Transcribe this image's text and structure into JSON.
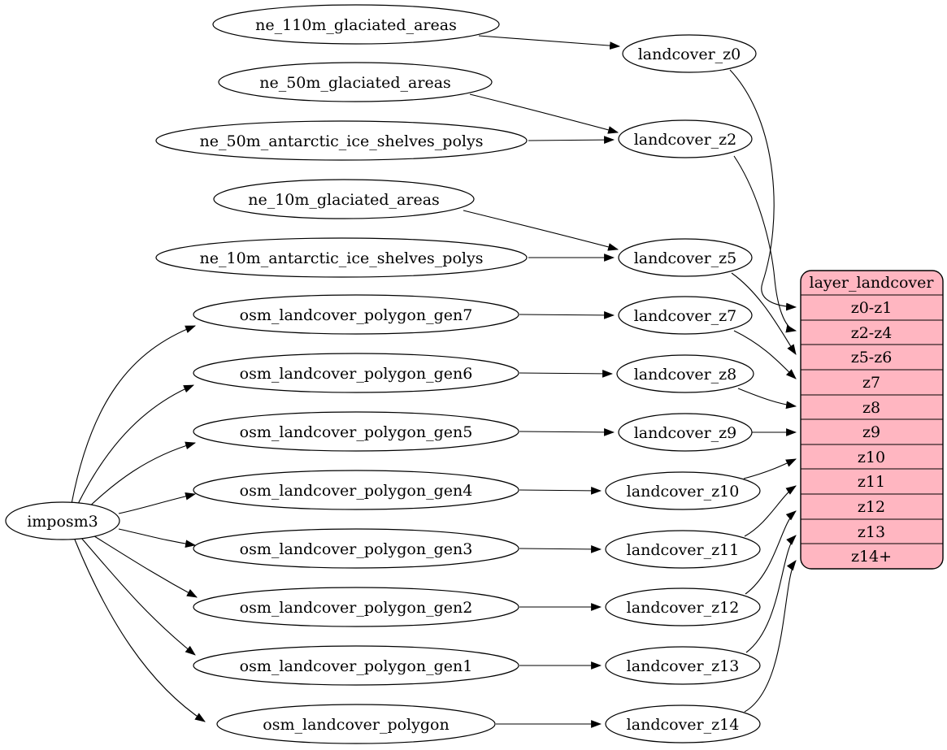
{
  "diagram": {
    "root": {
      "label": "imposm3"
    },
    "sources": [
      {
        "label": "ne_110m_glaciated_areas"
      },
      {
        "label": "ne_50m_glaciated_areas"
      },
      {
        "label": "ne_50m_antarctic_ice_shelves_polys"
      },
      {
        "label": "ne_10m_glaciated_areas"
      },
      {
        "label": "ne_10m_antarctic_ice_shelves_polys"
      },
      {
        "label": "osm_landcover_polygon_gen7"
      },
      {
        "label": "osm_landcover_polygon_gen6"
      },
      {
        "label": "osm_landcover_polygon_gen5"
      },
      {
        "label": "osm_landcover_polygon_gen4"
      },
      {
        "label": "osm_landcover_polygon_gen3"
      },
      {
        "label": "osm_landcover_polygon_gen2"
      },
      {
        "label": "osm_landcover_polygon_gen1"
      },
      {
        "label": "osm_landcover_polygon"
      }
    ],
    "stages": [
      {
        "label": "landcover_z0"
      },
      {
        "label": "landcover_z2"
      },
      {
        "label": "landcover_z5"
      },
      {
        "label": "landcover_z7"
      },
      {
        "label": "landcover_z8"
      },
      {
        "label": "landcover_z9"
      },
      {
        "label": "landcover_z10"
      },
      {
        "label": "landcover_z11"
      },
      {
        "label": "landcover_z12"
      },
      {
        "label": "landcover_z13"
      },
      {
        "label": "landcover_z14"
      }
    ],
    "table": {
      "title": "layer_landcover",
      "rows": [
        "z0-z1",
        "z2-z4",
        "z5-z6",
        "z7",
        "z8",
        "z9",
        "z10",
        "z11",
        "z12",
        "z13",
        "z14+"
      ]
    },
    "colors": {
      "table_fill": "#ffb6c1",
      "node_fill": "#ffffff",
      "stroke": "#000000"
    },
    "edges": [
      {
        "from": "imposm3",
        "to": "osm_landcover_polygon_gen7"
      },
      {
        "from": "imposm3",
        "to": "osm_landcover_polygon_gen6"
      },
      {
        "from": "imposm3",
        "to": "osm_landcover_polygon_gen5"
      },
      {
        "from": "imposm3",
        "to": "osm_landcover_polygon_gen4"
      },
      {
        "from": "imposm3",
        "to": "osm_landcover_polygon_gen3"
      },
      {
        "from": "imposm3",
        "to": "osm_landcover_polygon_gen2"
      },
      {
        "from": "imposm3",
        "to": "osm_landcover_polygon_gen1"
      },
      {
        "from": "imposm3",
        "to": "osm_landcover_polygon"
      },
      {
        "from": "ne_110m_glaciated_areas",
        "to": "landcover_z0"
      },
      {
        "from": "ne_50m_glaciated_areas",
        "to": "landcover_z2"
      },
      {
        "from": "ne_50m_antarctic_ice_shelves_polys",
        "to": "landcover_z2"
      },
      {
        "from": "ne_10m_glaciated_areas",
        "to": "landcover_z5"
      },
      {
        "from": "ne_10m_antarctic_ice_shelves_polys",
        "to": "landcover_z5"
      },
      {
        "from": "osm_landcover_polygon_gen7",
        "to": "landcover_z7"
      },
      {
        "from": "osm_landcover_polygon_gen6",
        "to": "landcover_z8"
      },
      {
        "from": "osm_landcover_polygon_gen5",
        "to": "landcover_z9"
      },
      {
        "from": "osm_landcover_polygon_gen4",
        "to": "landcover_z10"
      },
      {
        "from": "osm_landcover_polygon_gen3",
        "to": "landcover_z11"
      },
      {
        "from": "osm_landcover_polygon_gen2",
        "to": "landcover_z12"
      },
      {
        "from": "osm_landcover_polygon_gen1",
        "to": "landcover_z13"
      },
      {
        "from": "osm_landcover_polygon",
        "to": "landcover_z14"
      },
      {
        "from": "landcover_z0",
        "to": "layer_landcover.z0-z1"
      },
      {
        "from": "landcover_z2",
        "to": "layer_landcover.z2-z4"
      },
      {
        "from": "landcover_z5",
        "to": "layer_landcover.z5-z6"
      },
      {
        "from": "landcover_z7",
        "to": "layer_landcover.z7"
      },
      {
        "from": "landcover_z8",
        "to": "layer_landcover.z8"
      },
      {
        "from": "landcover_z9",
        "to": "layer_landcover.z9"
      },
      {
        "from": "landcover_z10",
        "to": "layer_landcover.z10"
      },
      {
        "from": "landcover_z11",
        "to": "layer_landcover.z11"
      },
      {
        "from": "landcover_z12",
        "to": "layer_landcover.z12"
      },
      {
        "from": "landcover_z13",
        "to": "layer_landcover.z13"
      },
      {
        "from": "landcover_z14",
        "to": "layer_landcover.z14+"
      }
    ]
  }
}
